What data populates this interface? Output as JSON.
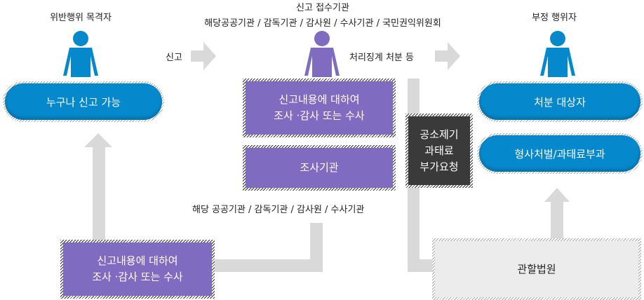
{
  "witness": {
    "title": "위반행위 목격자",
    "pill": "누구나 신고 가능"
  },
  "report_label": "신고",
  "agency": {
    "title": "신고 접수기관",
    "subtitle": "해당공공기관 / 감독기관 / 감사원 / 수사기관 / 국민권익위원회",
    "box1_line1": "신고내용에 대하여",
    "box1_line2": "조사 ·감사 또는 수사",
    "box2": "조사기관"
  },
  "action_label": "처리징계 처분 등",
  "prosecution": {
    "line1": "공소제기",
    "line2": "과태료",
    "line3": "부가요청"
  },
  "offender": {
    "title": "부정 행위자",
    "pill1": "처분 대상자",
    "pill2": "형사처벌/과태료부과"
  },
  "court": "관할법원",
  "investigators_label": "해당 공공기관 / 감독기관 / 감사원 / 수사기관",
  "bottom_box": {
    "line1": "신고내용에 대하여",
    "line2": "조사 ·감사 또는 수사"
  },
  "colors": {
    "blue": "#0588cc",
    "purple": "#7f6bbf",
    "dark": "#3a3a3a",
    "arrow": "#d9d9d9"
  }
}
